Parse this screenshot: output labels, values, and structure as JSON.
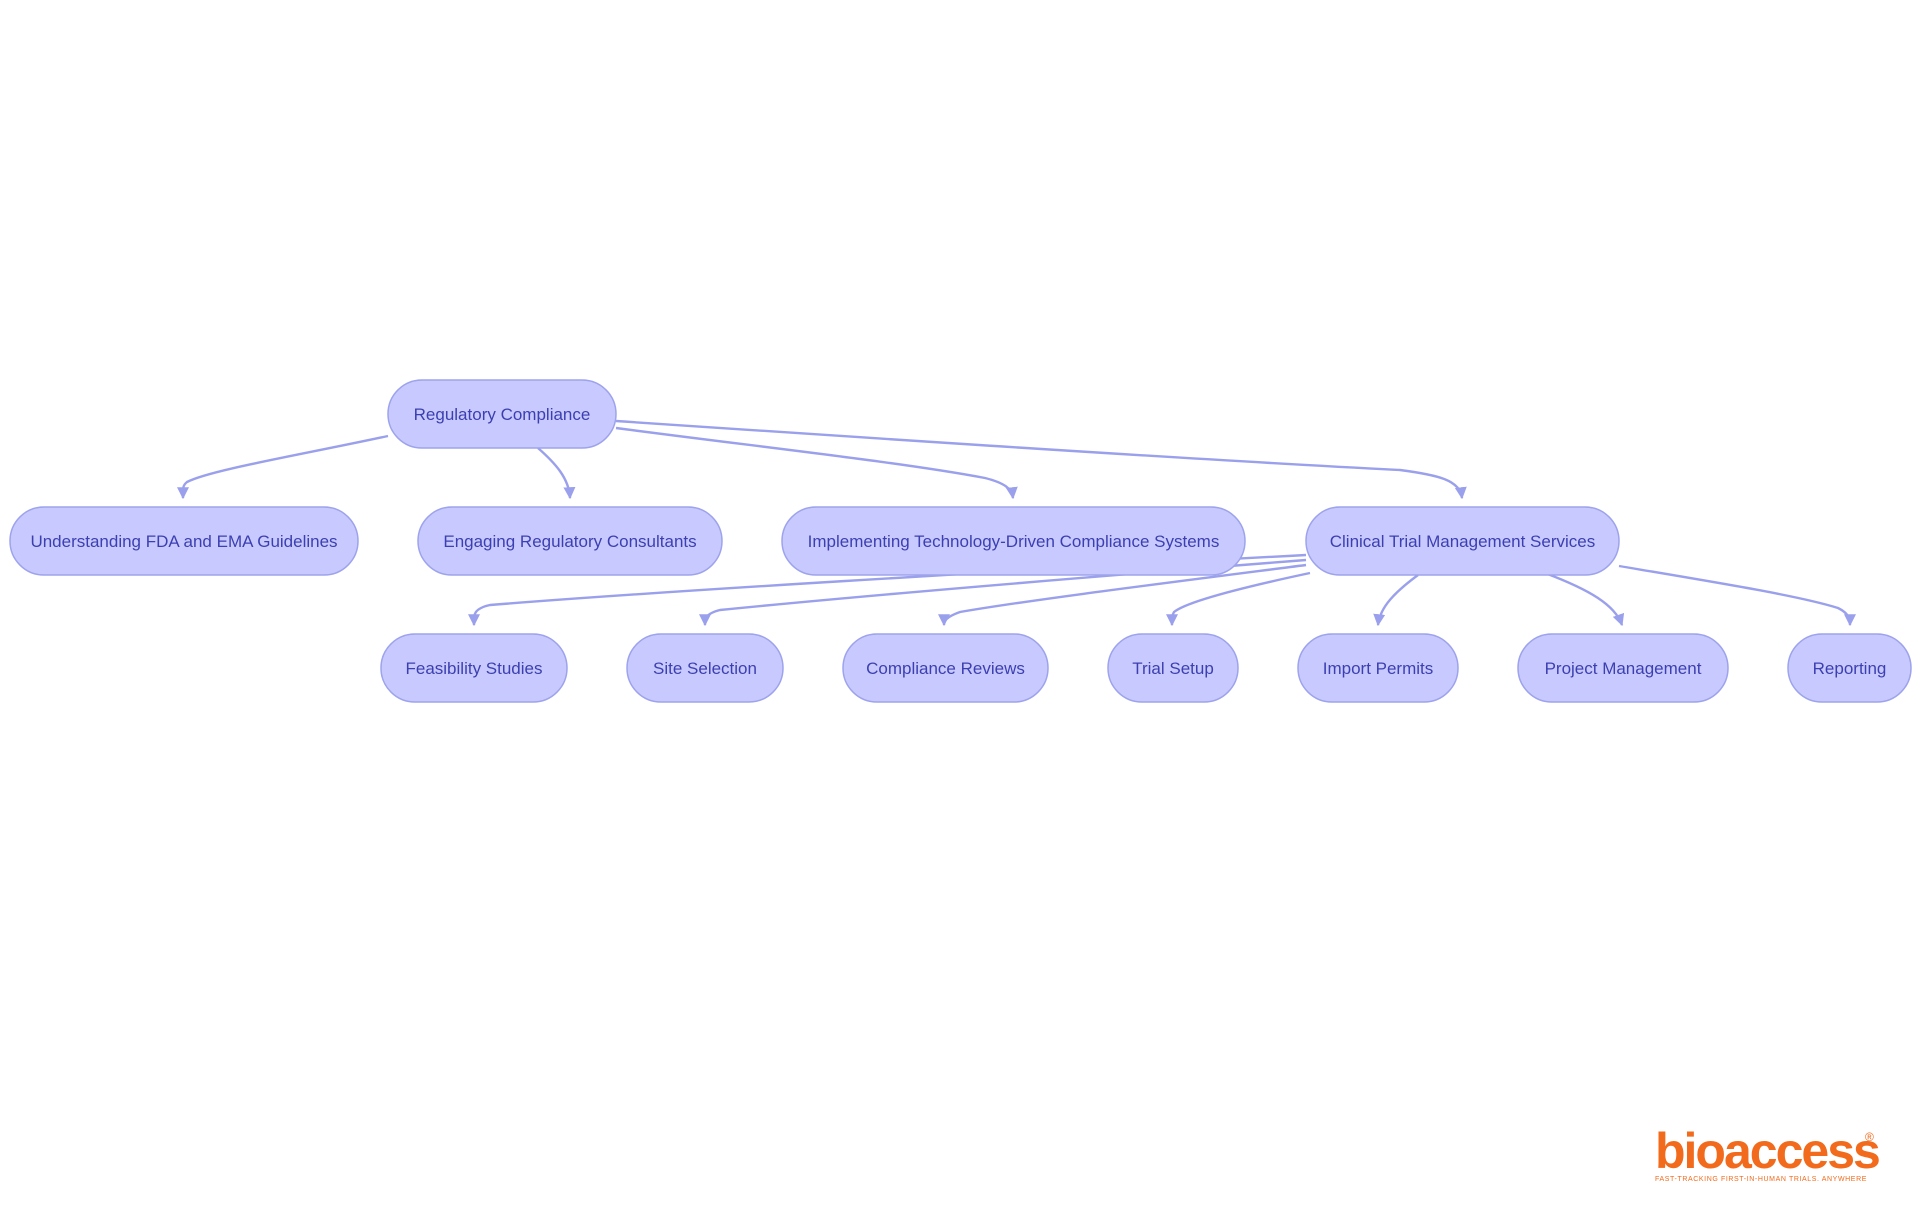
{
  "diagram": {
    "nodes": [
      {
        "id": "root",
        "label": "Regulatory Compliance"
      },
      {
        "id": "fda",
        "label": "Understanding FDA and EMA Guidelines"
      },
      {
        "id": "consult",
        "label": "Engaging Regulatory Consultants"
      },
      {
        "id": "tech",
        "label": "Implementing Technology-Driven Compliance Systems"
      },
      {
        "id": "ctms",
        "label": "Clinical Trial Management Services"
      },
      {
        "id": "feas",
        "label": "Feasibility Studies"
      },
      {
        "id": "site",
        "label": "Site Selection"
      },
      {
        "id": "comp",
        "label": "Compliance Reviews"
      },
      {
        "id": "setup",
        "label": "Trial Setup"
      },
      {
        "id": "import",
        "label": "Import Permits"
      },
      {
        "id": "pm",
        "label": "Project Management"
      },
      {
        "id": "report",
        "label": "Reporting"
      }
    ],
    "edges": [
      {
        "from": "root",
        "to": "fda"
      },
      {
        "from": "root",
        "to": "consult"
      },
      {
        "from": "root",
        "to": "tech"
      },
      {
        "from": "root",
        "to": "ctms"
      },
      {
        "from": "ctms",
        "to": "feas"
      },
      {
        "from": "ctms",
        "to": "site"
      },
      {
        "from": "ctms",
        "to": "comp"
      },
      {
        "from": "ctms",
        "to": "setup"
      },
      {
        "from": "ctms",
        "to": "import"
      },
      {
        "from": "ctms",
        "to": "pm"
      },
      {
        "from": "ctms",
        "to": "report"
      }
    ],
    "colors": {
      "node_fill": "#c8caff",
      "node_stroke": "#9da3ec",
      "node_text": "#3c3fb0",
      "edge": "#9aa0ec"
    }
  },
  "logo": {
    "brand": "bioaccess",
    "registered_mark": "®",
    "tagline": "FAST-TRACKING FIRST-IN-HUMAN TRIALS. ANYWHERE",
    "color": "#f26a1b"
  }
}
